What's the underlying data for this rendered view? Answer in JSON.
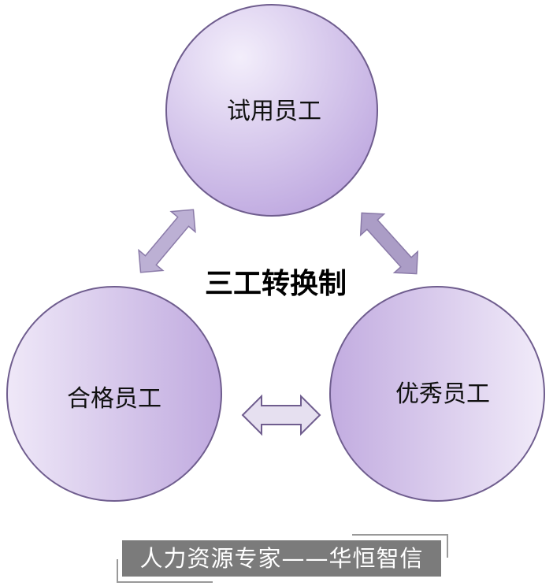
{
  "diagram": {
    "title": "三工转换制",
    "nodes": [
      {
        "id": "trial",
        "label": "试用员工"
      },
      {
        "id": "qualified",
        "label": "合格员工"
      },
      {
        "id": "excellent",
        "label": "优秀员工"
      }
    ],
    "edges": [
      {
        "from": "qualified",
        "to": "trial",
        "type": "bidirectional"
      },
      {
        "from": "trial",
        "to": "excellent",
        "type": "bidirectional"
      },
      {
        "from": "qualified",
        "to": "excellent",
        "type": "bidirectional"
      }
    ]
  },
  "footer": {
    "banner_text": "人力资源专家——华恒智信"
  },
  "colors": {
    "circle_stroke": "#6f5d8e",
    "circle_fill": "#cbbbe6",
    "banner": "#7b7b7b"
  }
}
